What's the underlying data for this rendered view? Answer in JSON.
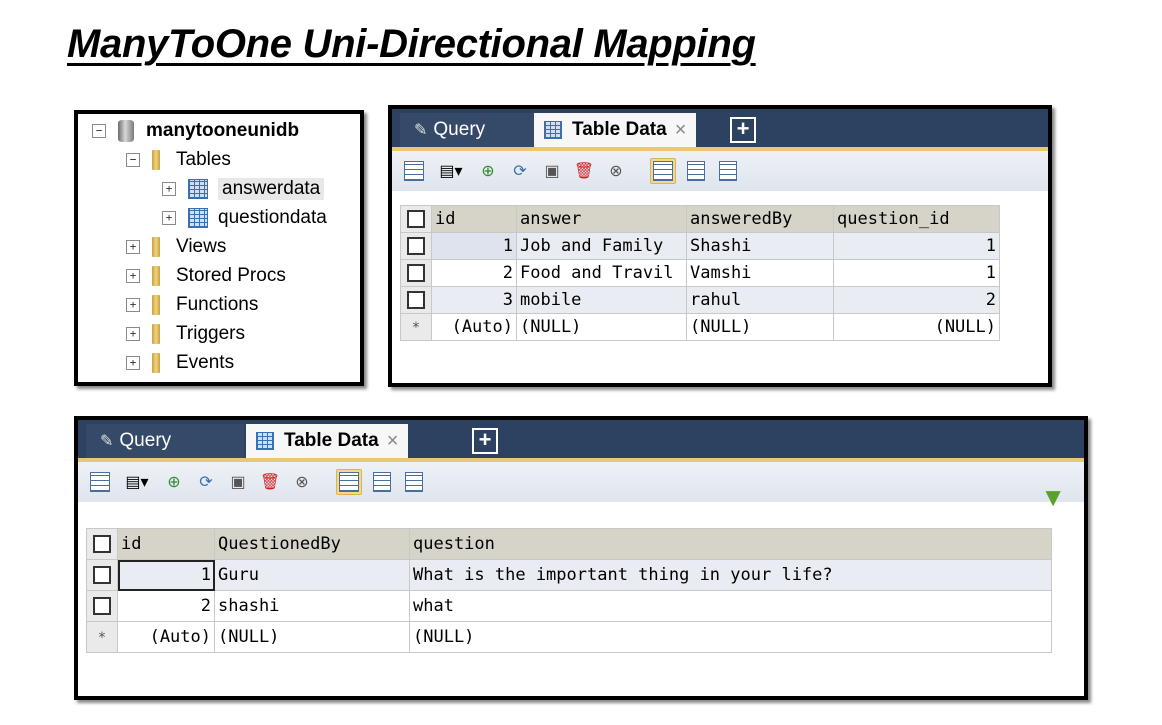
{
  "title": "ManyToOne Uni-Directional Mapping",
  "tree": {
    "db_name": "manytooneunidb",
    "tables_label": "Tables",
    "tables": [
      "answerdata",
      "questiondata"
    ],
    "folders": [
      "Views",
      "Stored Procs",
      "Functions",
      "Triggers",
      "Events"
    ]
  },
  "answer_panel": {
    "tabs": {
      "query": "Query",
      "table_data": "Table Data",
      "close": "×",
      "add": "+"
    },
    "columns": [
      "id",
      "answer",
      "answeredBy",
      "question_id"
    ],
    "rows": [
      [
        "1",
        "Job and Family",
        "Shashi",
        "1"
      ],
      [
        "2",
        "Food and Travil",
        "Vamshi",
        "1"
      ],
      [
        "3",
        "mobile",
        "rahul",
        "2"
      ]
    ],
    "new_row": [
      "(Auto)",
      "(NULL)",
      "(NULL)",
      "(NULL)"
    ],
    "new_marker": "*"
  },
  "question_panel": {
    "tabs": {
      "query": "Query",
      "table_data": "Table Data",
      "close": "×",
      "add": "+"
    },
    "columns": [
      "id",
      "QuestionedBy",
      "question"
    ],
    "rows": [
      [
        "1",
        "Guru",
        "What is the important thing in your life?"
      ],
      [
        "2",
        "shashi",
        "what"
      ]
    ],
    "new_row": [
      "(Auto)",
      "(NULL)",
      "(NULL)"
    ],
    "new_marker": "*"
  }
}
